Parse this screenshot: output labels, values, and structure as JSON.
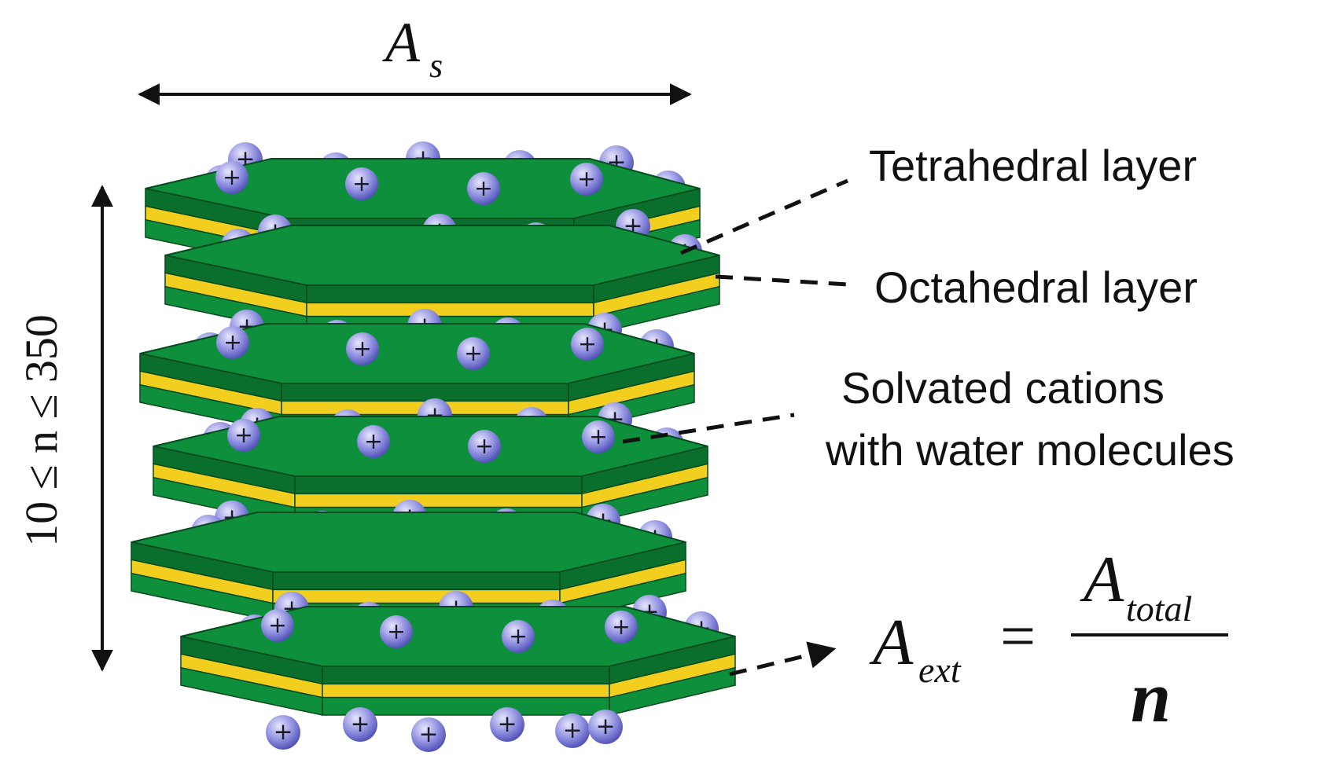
{
  "colors": {
    "sheet_green": "#0e8f3c",
    "sheet_green_dark": "#0a6e2c",
    "octahedral_yellow": "#f2cf1e",
    "cation_blue": "#6a6ad0",
    "cation_highlight": "#e6e6fb",
    "ink": "#111111"
  },
  "icons": {
    "cation": "plus-sign-sphere",
    "dimension_arrow": "double-headed-arrow"
  },
  "dimension_width": {
    "symbol": "A",
    "subscript": "s"
  },
  "dimension_height": {
    "label": "10 ≤ n ≤ 350"
  },
  "labels": {
    "tetrahedral": "Tetrahedral layer",
    "octahedral": "Octahedral layer",
    "cations_line1": "Solvated cations",
    "cations_line2": "with water molecules"
  },
  "formula": {
    "lhs_symbol": "A",
    "lhs_subscript": "ext",
    "equals": "=",
    "numerator_symbol": "A",
    "numerator_subscript": "total",
    "denominator": "n"
  },
  "cation_sign": "+",
  "layer_count_shown": 6
}
